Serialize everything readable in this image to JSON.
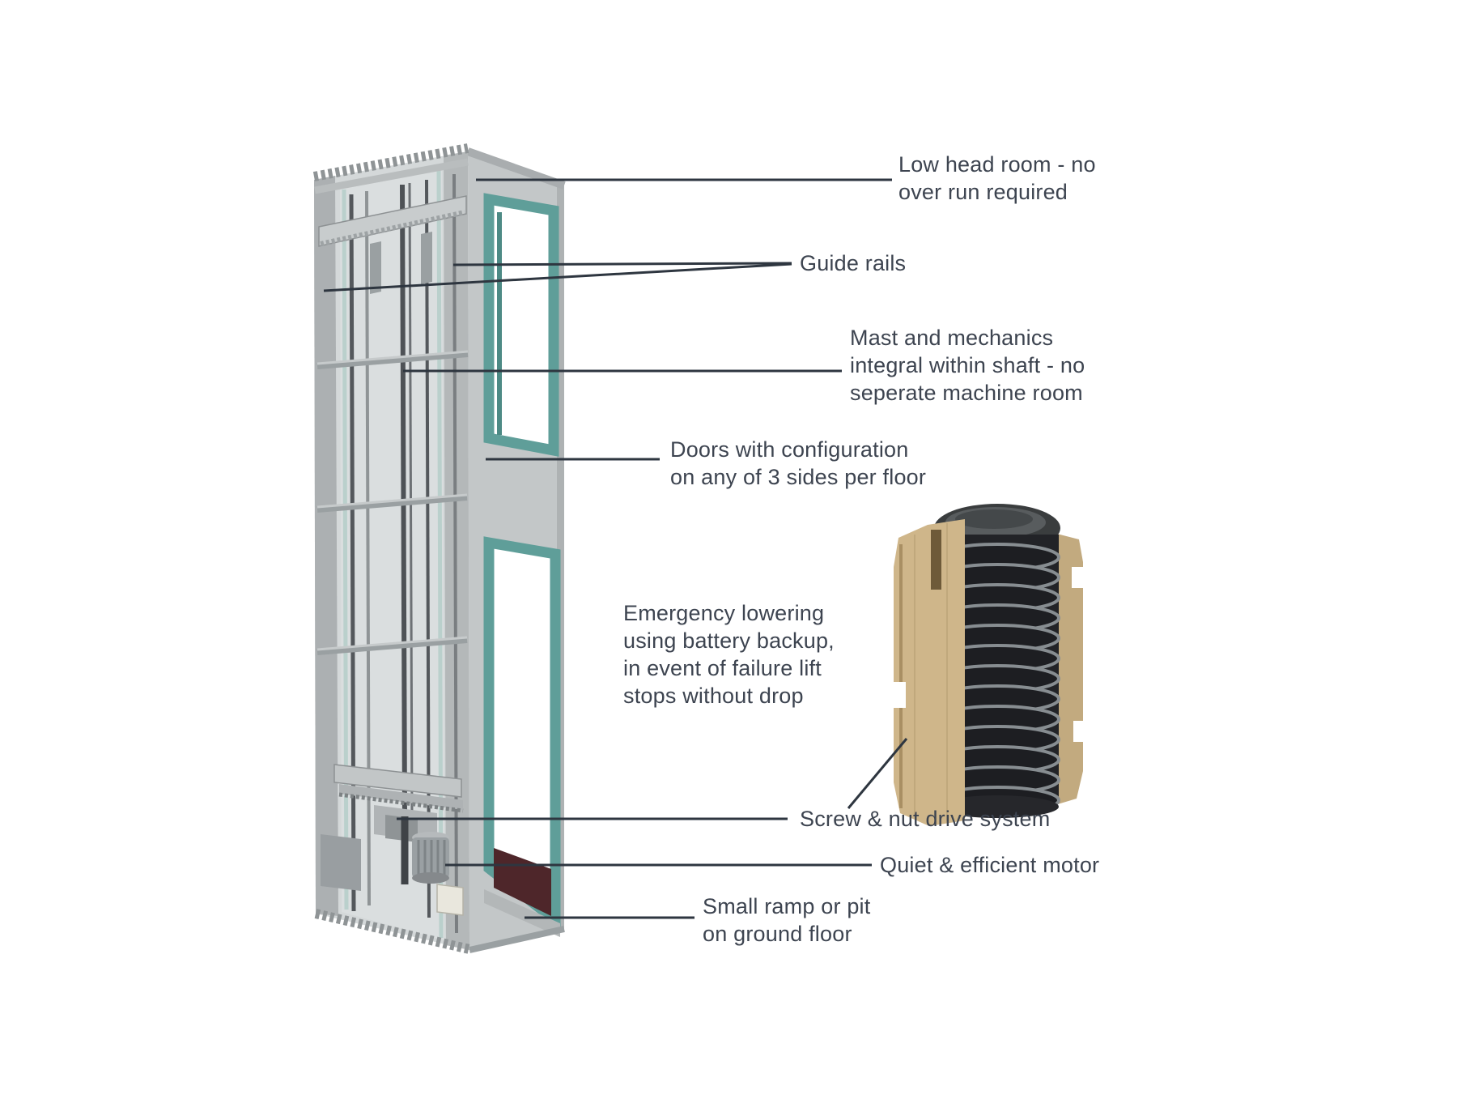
{
  "page": {
    "background": "#ffffff"
  },
  "colors": {
    "label_text": "#3d4450",
    "leader_line": "#2e3640",
    "teal_accent": "#5f9e99",
    "frame_silver": "#b7bbbc",
    "panel_glass": "#dadedf",
    "floor_maroon": "#4e262a",
    "nut_tan": "#cfb68a",
    "screw_dark": "#222327"
  },
  "figures": {
    "lift": {
      "name": "lift-shaft-3d-render"
    },
    "screw_nut": {
      "name": "screw-nut-drive-photo"
    }
  },
  "labels": {
    "low_head_room": {
      "lines": [
        "Low head room - no",
        "over run required"
      ]
    },
    "guide_rails": {
      "lines": [
        "Guide rails"
      ]
    },
    "mast": {
      "lines": [
        "Mast and mechanics",
        "integral within shaft - no",
        "seperate machine room"
      ]
    },
    "doors": {
      "lines": [
        "Doors with configuration",
        "on any of 3 sides per floor"
      ]
    },
    "emergency": {
      "lines": [
        "Emergency lowering",
        "using battery backup,",
        "in event of failure lift",
        "stops without drop"
      ]
    },
    "screw_nut_drive": {
      "lines": [
        "Screw & nut drive system"
      ]
    },
    "motor": {
      "lines": [
        "Quiet & efficient motor"
      ]
    },
    "ramp": {
      "lines": [
        "Small ramp or pit",
        "on ground floor"
      ]
    }
  }
}
